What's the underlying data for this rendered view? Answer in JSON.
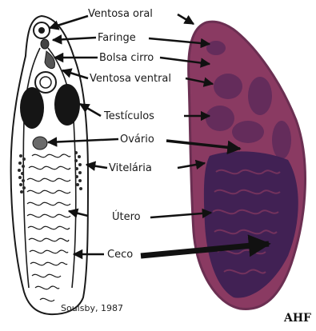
{
  "labels": {
    "ventosa_oral": "Ventosa oral",
    "faringe": "Faringe",
    "bolsa_cirro": "Bolsa cirro",
    "ventosa_ventral": "Ventosa ventral",
    "testiculos": "Testículos",
    "ovario": "Ovário",
    "vitelaria": "Vitelária",
    "utero": "Útero",
    "ceco": "Ceco"
  },
  "credit": "Soulsby, 1987",
  "brand": "AHF",
  "colors": {
    "outline": "#1a1a1a",
    "stained_body": "#8a3a62",
    "stained_dark": "#3b1f52",
    "stained_edge": "#6b2f52",
    "background": "#ffffff"
  }
}
